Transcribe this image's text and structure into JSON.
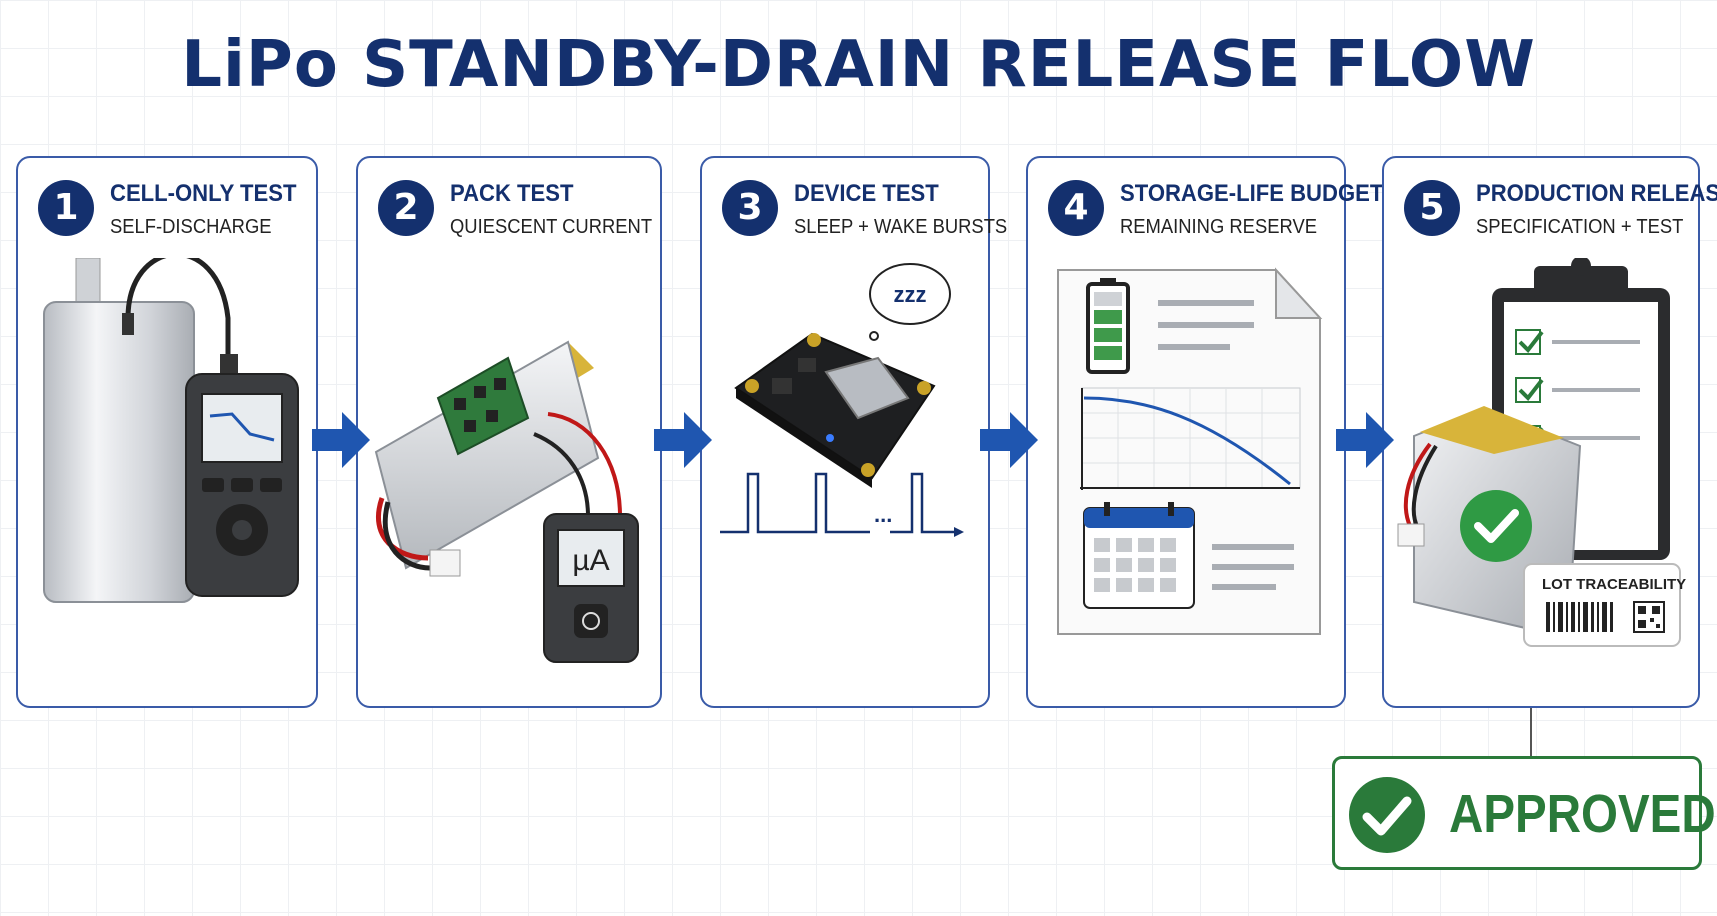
{
  "title": "LiPo STANDBY-DRAIN RELEASE FLOW",
  "steps": [
    {
      "number": "1",
      "title": "CELL-ONLY TEST",
      "subtitle": "SELF-DISCHARGE"
    },
    {
      "number": "2",
      "title": "PACK TEST",
      "subtitle": "QUIESCENT CURRENT"
    },
    {
      "number": "3",
      "title": "DEVICE TEST",
      "subtitle": "SLEEP + WAKE BURSTS"
    },
    {
      "number": "4",
      "title": "STORAGE-LIFE BUDGET",
      "subtitle": "REMAINING RESERVE"
    },
    {
      "number": "5",
      "title": "PRODUCTION RELEASE",
      "subtitle": "SPECIFICATION + TEST"
    }
  ],
  "meter_unit": "µA",
  "sleep_label": "zzz",
  "pulse_ellipsis": "...",
  "lot_label": "LOT TRACEABILITY",
  "approved": "APPROVED",
  "colors": {
    "navy": "#14306e",
    "border": "#3a5ba8",
    "arrow": "#1f56b0",
    "green": "#2a7a3a"
  }
}
